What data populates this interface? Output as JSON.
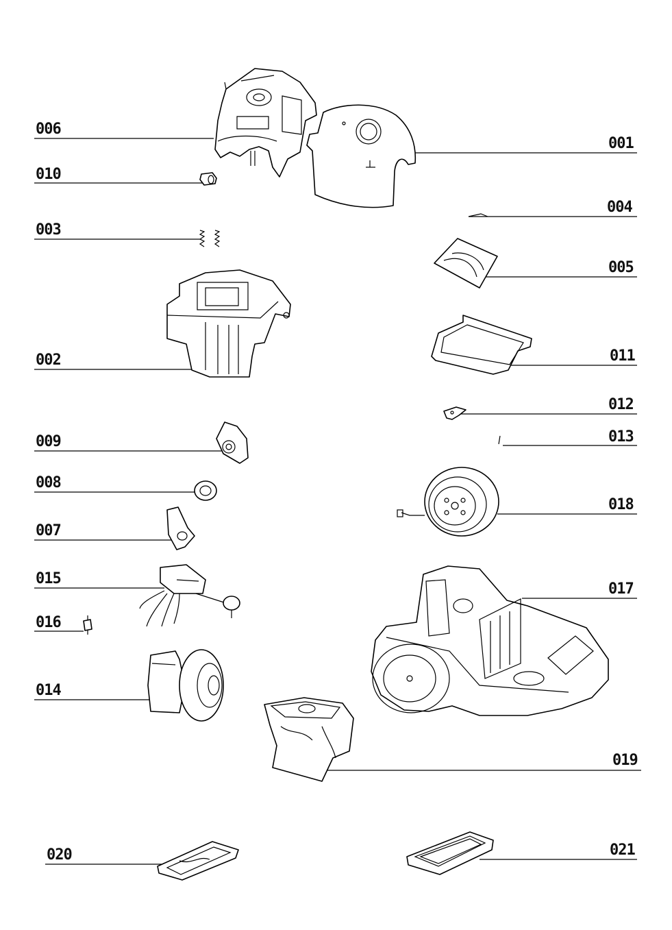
{
  "parts": {
    "p001": "001",
    "p002": "002",
    "p003": "003",
    "p004": "004",
    "p005": "005",
    "p006": "006",
    "p007": "007",
    "p008": "008",
    "p009": "009",
    "p010": "010",
    "p011": "011",
    "p012": "012",
    "p013": "013",
    "p014": "014",
    "p015": "015",
    "p016": "016",
    "p017": "017",
    "p018": "018",
    "p019": "019",
    "p020": "020",
    "p021": "021"
  }
}
